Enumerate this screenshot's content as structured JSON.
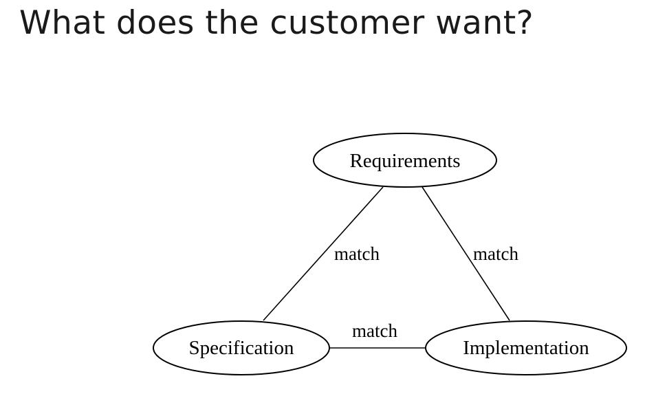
{
  "slide": {
    "title": "What does the customer want?"
  },
  "diagram": {
    "nodes": {
      "requirements": "Requirements",
      "specification": "Specification",
      "implementation": "Implementation"
    },
    "edges": {
      "requirements_specification": "match",
      "requirements_implementation": "match",
      "specification_implementation": "match"
    }
  }
}
